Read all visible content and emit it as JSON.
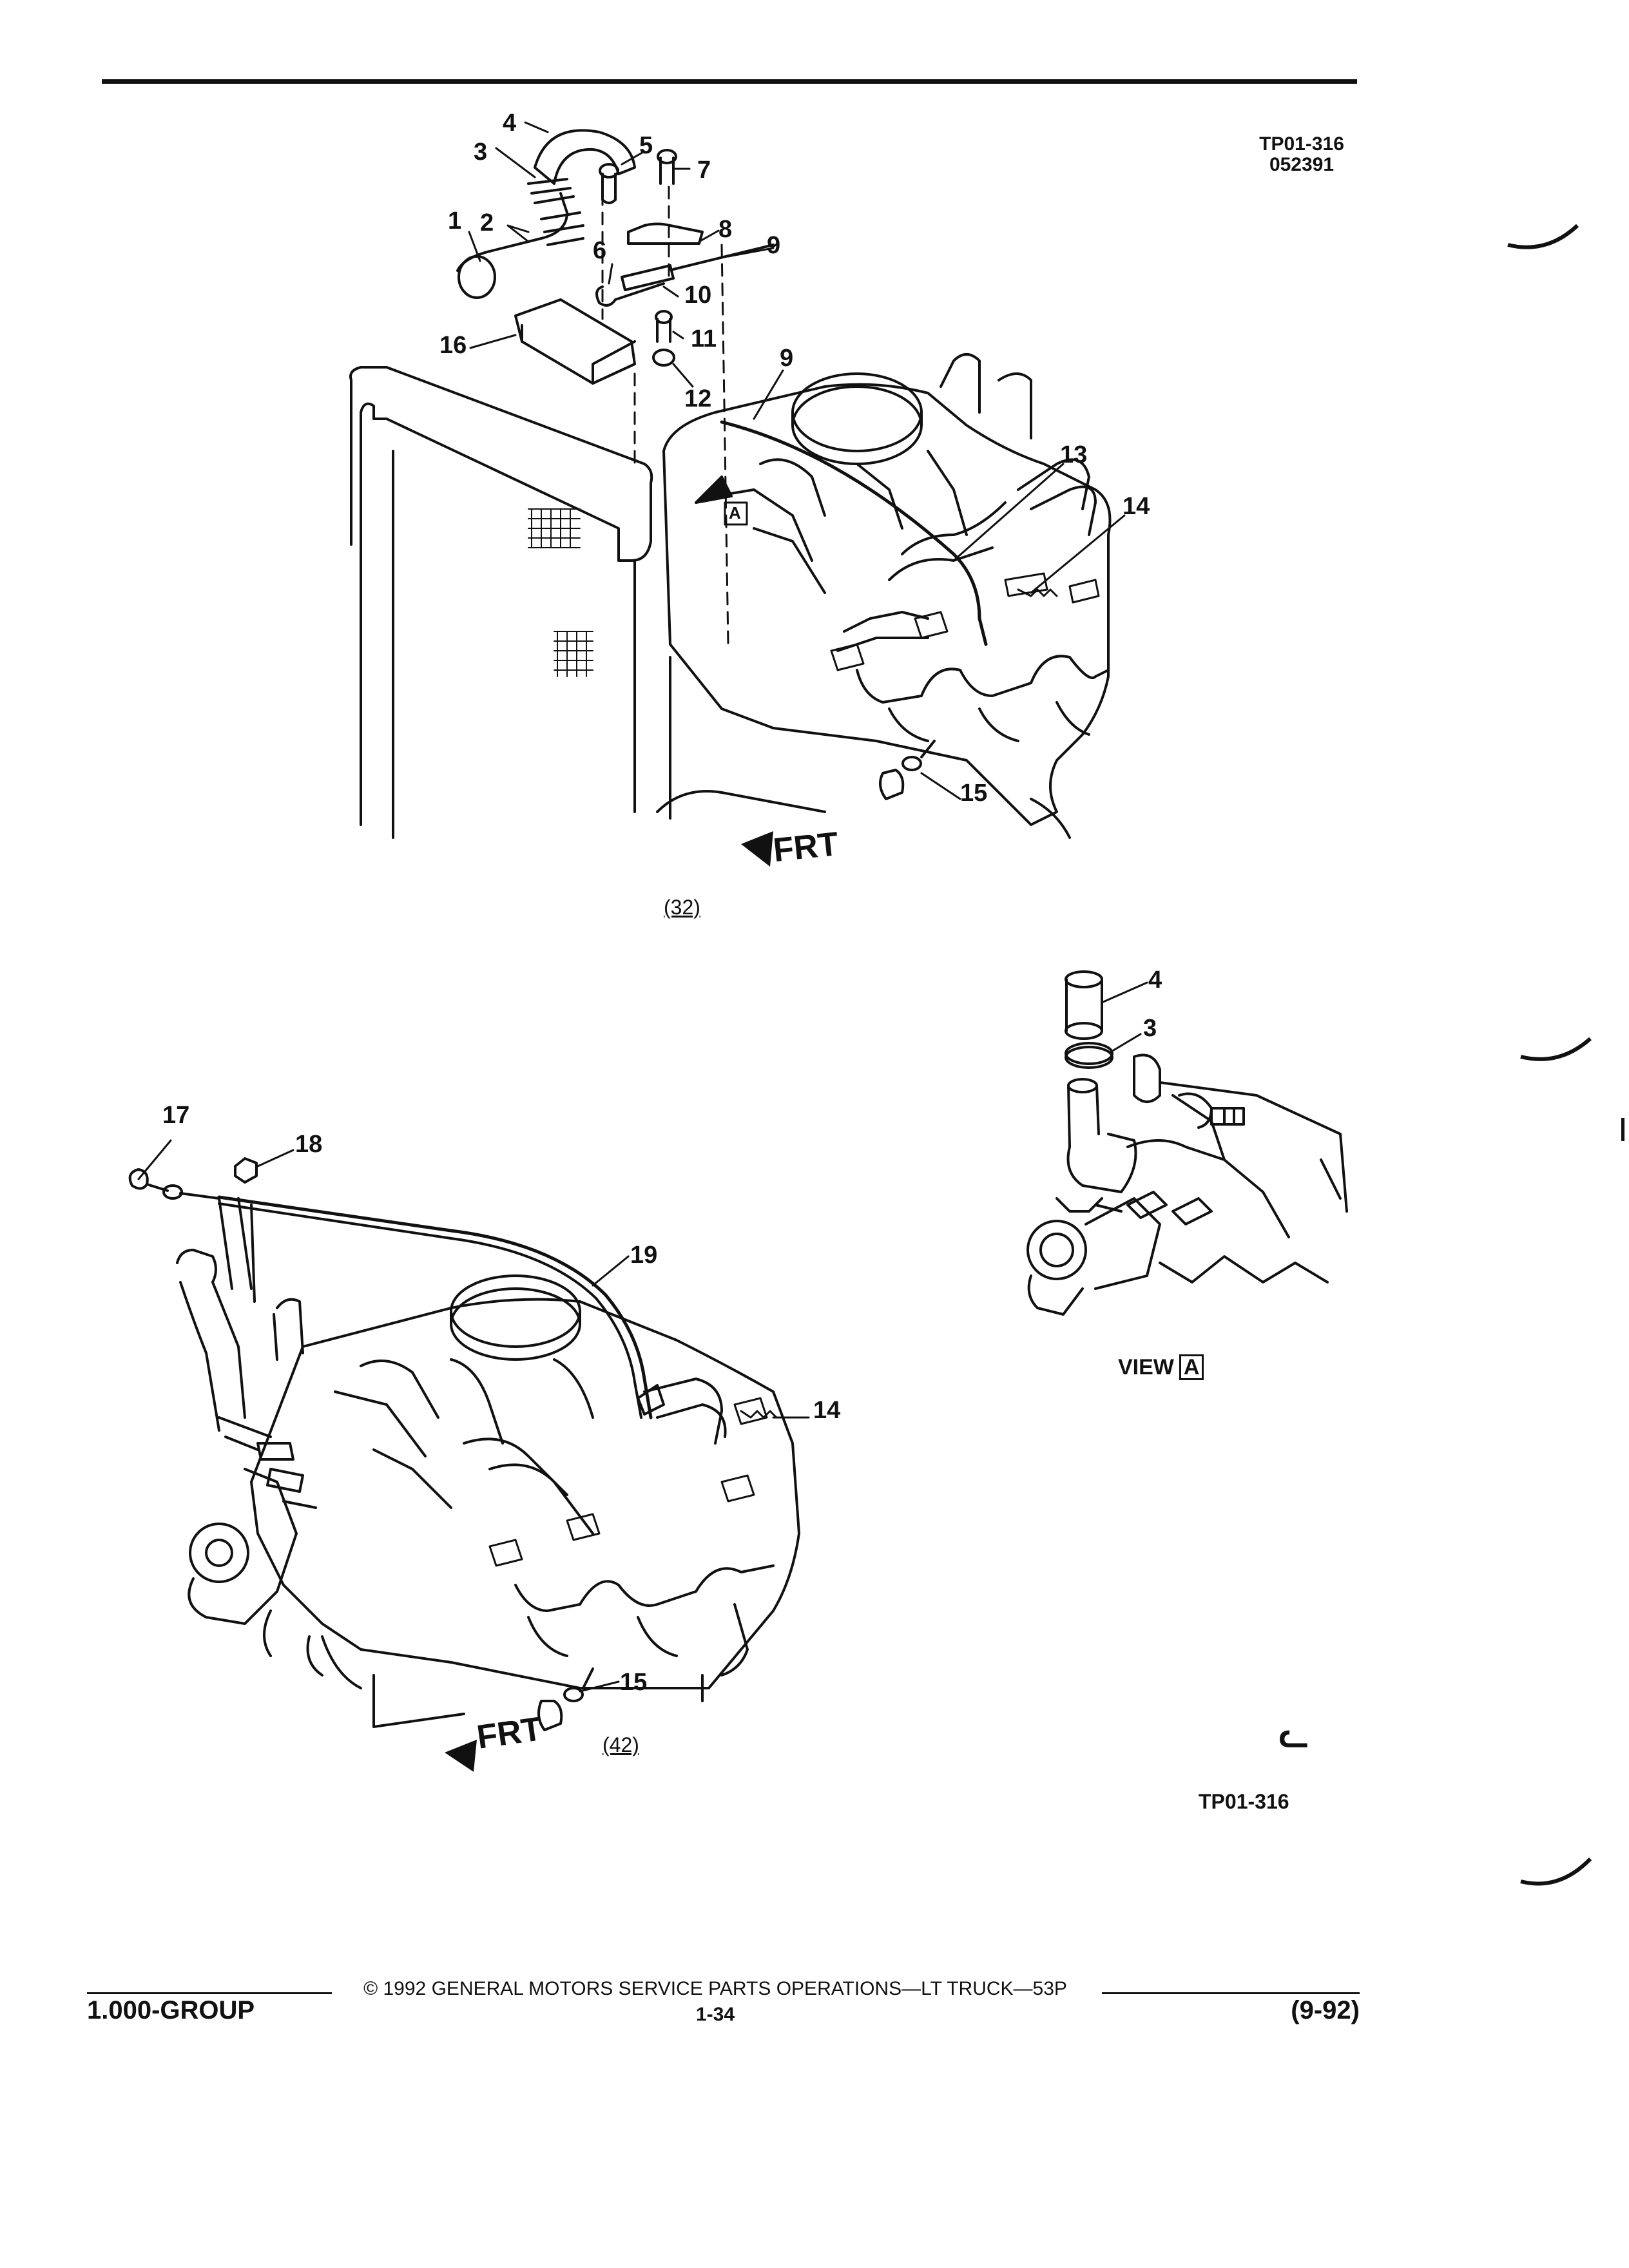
{
  "header": {
    "ref_code": "TP01-316",
    "ref_date": "052391"
  },
  "top_figure": {
    "caption": "(32)",
    "frt_label": "FRT",
    "view_marker": "A",
    "callouts": [
      "1",
      "2",
      "3",
      "4",
      "5",
      "6",
      "7",
      "8",
      "9",
      "10",
      "11",
      "12",
      "16",
      "9",
      "13",
      "14",
      "15"
    ]
  },
  "view_a": {
    "label": "VIEW",
    "marker": "A",
    "callouts": [
      "4",
      "3"
    ]
  },
  "bottom_figure": {
    "caption": "(42)",
    "frt_label": "FRT",
    "callouts": [
      "17",
      "18",
      "19",
      "14",
      "15"
    ]
  },
  "logo": {
    "glyph": "ᓚ"
  },
  "figure_code": "TP01-316",
  "footer": {
    "group": "1.000-GROUP",
    "copyright": "© 1992 GENERAL MOTORS SERVICE PARTS OPERATIONS—LT TRUCK—53P",
    "page": "1-34",
    "date": "(9-92)"
  }
}
